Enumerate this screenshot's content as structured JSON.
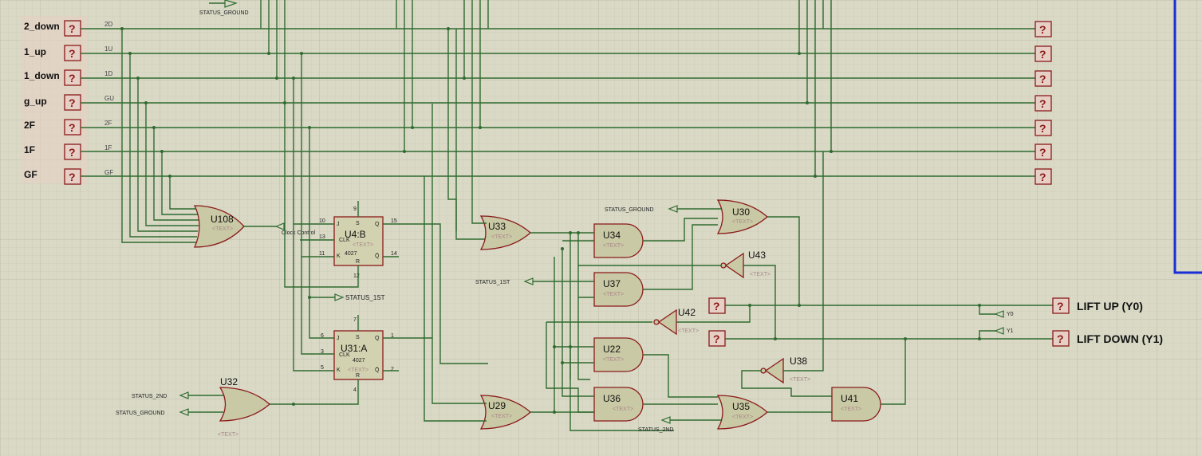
{
  "inputs": [
    {
      "label": "2_down",
      "net": "2D",
      "value": "?"
    },
    {
      "label": "1_up",
      "net": "1U",
      "value": "?"
    },
    {
      "label": "1_down",
      "net": "1D",
      "value": "?"
    },
    {
      "label": "g_up",
      "net": "GU",
      "value": "?"
    },
    {
      "label": "2F",
      "net": "2F",
      "value": "?"
    },
    {
      "label": "1F",
      "net": "1F",
      "value": "?"
    },
    {
      "label": "GF",
      "net": "GF",
      "value": "?"
    }
  ],
  "right_probes": [
    "?",
    "?",
    "?",
    "?",
    "?",
    "?",
    "?"
  ],
  "outputs": {
    "lift_up": {
      "label": "LIFT UP (Y0)",
      "net": "Y0",
      "value": "?"
    },
    "lift_down": {
      "label": "LIFT DOWN (Y1)",
      "net": "Y1",
      "value": "?"
    }
  },
  "mid_probes": [
    "?",
    "?"
  ],
  "components": {
    "U108": {
      "name": "U108",
      "text": "<TEXT>"
    },
    "U4B": {
      "name": "U4:B",
      "part": "4027",
      "text": "<TEXT>"
    },
    "U31A": {
      "name": "U31:A",
      "part": "4027",
      "text": "<TEXT>"
    },
    "U32": {
      "name": "U32",
      "text": "<TEXT>"
    },
    "U33": {
      "name": "U33",
      "text": "<TEXT>"
    },
    "U29": {
      "name": "U29",
      "text": "<TEXT>"
    },
    "U34": {
      "name": "U34",
      "text": "<TEXT>"
    },
    "U37": {
      "name": "U37",
      "text": "<TEXT>"
    },
    "U22": {
      "name": "U22",
      "text": "<TEXT>"
    },
    "U36": {
      "name": "U36",
      "text": "<TEXT>"
    },
    "U30": {
      "name": "U30",
      "text": "<TEXT>"
    },
    "U43": {
      "name": "U43",
      "text": "<TEXT>"
    },
    "U42": {
      "name": "U42",
      "text": "<TEXT>"
    },
    "U38": {
      "name": "U38",
      "text": "<TEXT>"
    },
    "U35": {
      "name": "U35",
      "text": "<TEXT>"
    },
    "U41": {
      "name": "U41",
      "text": "<TEXT>"
    }
  },
  "terminals": {
    "status_ground_top": "STATUS_GROUND",
    "status_ground_u30": "STATUS_GROUND",
    "status_1st_u37": "STATUS_1ST",
    "status_1st_ff": "STATUS_1ST",
    "status_2nd_u32": "STATUS_2ND",
    "status_ground_u32": "STATUS_GROUND",
    "status_2nd_u35": "STATUS_2ND",
    "clock_control": "Clock Control"
  },
  "ff_pins": {
    "j": "J",
    "clk": "CLK",
    "k": "K",
    "q": "Q",
    "qbar": "Q̄",
    "s": "S",
    "r": "R",
    "u4b": {
      "j": "10",
      "clk": "13",
      "k": "11",
      "q": "15",
      "qbar": "14",
      "s": "9",
      "r": "12"
    },
    "u31a": {
      "j": "6",
      "clk": "3",
      "k": "5",
      "q": "1",
      "qbar": "2",
      "s": "7",
      "r": "4"
    }
  },
  "colors": {
    "wire": "#2f6b2f",
    "component_outline": "#8b1a1a",
    "gate_fill": "#c9c9a5",
    "background": "#d9d9c6",
    "frame": "#1a2fd6"
  }
}
